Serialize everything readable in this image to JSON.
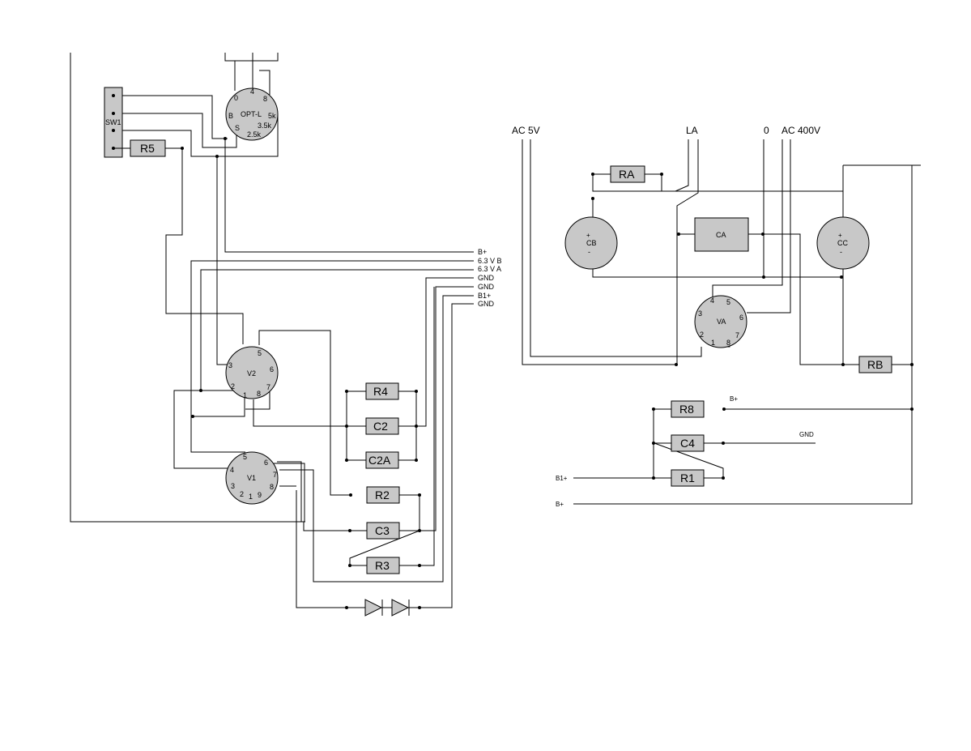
{
  "left": {
    "sw1": "SW1",
    "opt": {
      "name": "OPT-L",
      "p0": "0",
      "p4": "4",
      "p8": "8",
      "pB": "B",
      "pS": "S",
      "p5k": "5k",
      "p35k": "3.5k",
      "p25k": "2.5k"
    },
    "v2": {
      "name": "V2",
      "p3": "3",
      "p5": "5",
      "p6": "6",
      "p2": "2",
      "p1": "1",
      "p8": "8",
      "p7": "7"
    },
    "v1": {
      "name": "V1",
      "p5": "5",
      "p6": "6",
      "p4": "4",
      "p7": "7",
      "p3": "3",
      "p8": "8",
      "p2": "2",
      "p1": "1",
      "p9": "9"
    },
    "components": {
      "r5": "R5",
      "r4": "R4",
      "c2": "C2",
      "c2a": "C2A",
      "r2": "R2",
      "c3": "C3",
      "r3": "R3"
    },
    "rails": [
      "B+",
      "6.3 V B",
      "6.3 V A",
      "GND",
      "GND",
      "B1+",
      "GND"
    ]
  },
  "right": {
    "top_labels": {
      "ac5v": "AC 5V",
      "la": "LA",
      "zero": "0",
      "ac400v": "AC 400V"
    },
    "components": {
      "ra": "RA",
      "ca": "CA",
      "rb": "RB",
      "r8": "R8",
      "c4": "C4",
      "r1": "R1"
    },
    "cb": {
      "plus": "+",
      "name": "CB",
      "minus": "-"
    },
    "cc": {
      "plus": "+",
      "name": "CC",
      "minus": "-"
    },
    "va": {
      "name": "VA",
      "p4": "4",
      "p5": "5",
      "p3": "3",
      "p6": "6",
      "p2": "2",
      "p7": "7",
      "p1": "1",
      "p8": "8"
    },
    "nets": {
      "bplus_r8": "B+",
      "gnd_c4": "GND",
      "b1plus": "B1+",
      "bplus_bottom": "B+"
    }
  }
}
